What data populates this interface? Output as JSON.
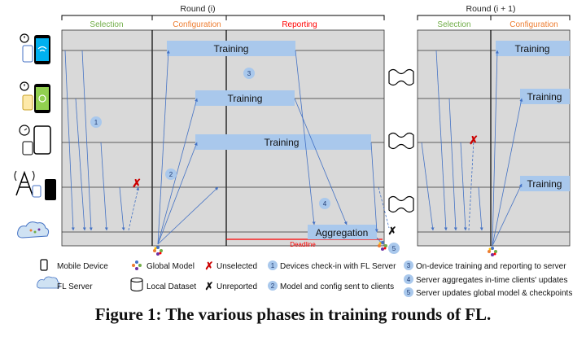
{
  "round_i": {
    "title": "Round (i)",
    "phases": {
      "selection": "Selection",
      "configuration": "Configuration",
      "reporting": "Reporting"
    },
    "bars": [
      "Training",
      "Training",
      "Training"
    ],
    "aggregation": "Aggregation",
    "deadline": "Deadline"
  },
  "round_i1": {
    "title": "Round (i + 1)",
    "phases": {
      "selection": "Selection",
      "configuration": "Configuration"
    },
    "bars": [
      "Training",
      "Training",
      "Training"
    ]
  },
  "step_numbers": [
    "1",
    "2",
    "3",
    "4",
    "5"
  ],
  "legend": {
    "mobile_device": "Mobile Device",
    "fl_server": "FL Server",
    "global_model": "Global Model",
    "local_dataset": "Local Dataset",
    "unselected": "Unselected",
    "unreported": "Unreported",
    "steps": [
      "Devices check-in with FL Server",
      "Model and config sent to clients",
      "On-device training and reporting to server",
      "Server aggregates in-time clients' updates",
      "Server updates global model & checkpoints"
    ]
  },
  "caption": "Figure 1: The various phases in training rounds of FL.",
  "colors": {
    "panel": "#d9d9d9",
    "bar": "#a9c8ec",
    "arrow": "#4472c4",
    "selection": "#70ad47",
    "configuration": "#ed7d31",
    "reporting": "#ff0000",
    "step_circle": "#a9c8ec"
  }
}
